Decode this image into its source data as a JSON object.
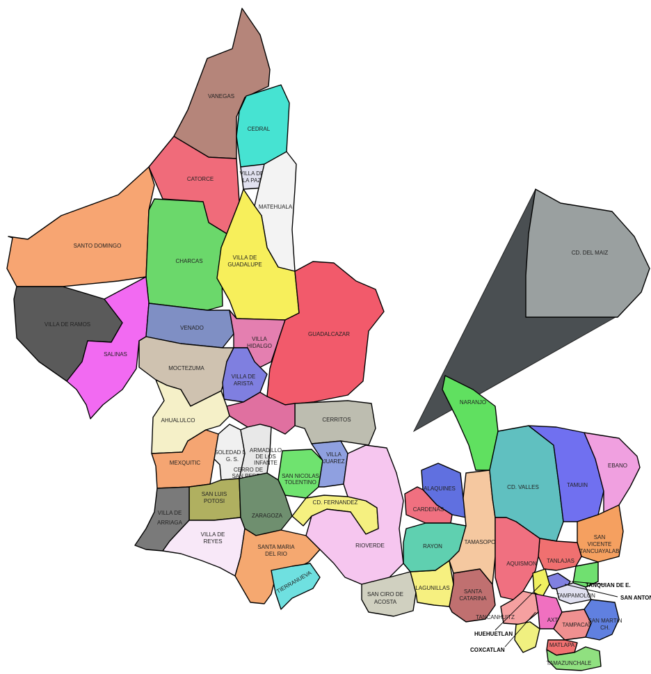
{
  "colors": {
    "vanegas": "#b5857a",
    "cedral": "#46e3d2",
    "catorce": "#f06b7a",
    "villa_de_la_paz": "#e1e1f0",
    "matehuala": "#f3f3f3",
    "santo_domingo": "#f7a572",
    "charcas": "#6bd86b",
    "villa_de_guadalupe": "#f7ef5b",
    "villa_de_ramos": "#5a5a5a",
    "salinas": "#f26af2",
    "venado": "#7f8fc4",
    "villa_hidalgo": "#e47fb0",
    "guadalcazar": "#f25a6b",
    "moctezuma": "#cfc2b0",
    "villa_de_arista": "#7f7fe0",
    "cerritos": "#bdbdb0",
    "ahualulco": "#f5f0c8",
    "mexquitic": "#f5a572",
    "soledad": "#f0f0f0",
    "cerro_de_san_pedro": "#e8e8e8",
    "armadillo": "#e070a0",
    "san_nicolas_tolentino": "#6fe36f",
    "villa_juarez": "#8fa0e0",
    "san_luis_potosi": "#b0b060",
    "zaragoza": "#6f8f6f",
    "cd_fernandez": "#f5f080",
    "villa_de_arriaga": "#7a7a7a",
    "villa_de_reyes": "#f8e8f8",
    "santa_maria_del_rio": "#f5a870",
    "tierranueva": "#6fe0e0",
    "rioverde": "#f6c6ef",
    "san_ciro_de_acosta": "#d0d0c0",
    "lagunillas": "#f6f080",
    "alaquines": "#6070e0",
    "cardenas": "#f07080",
    "rayon": "#5fd0b0",
    "santa_catarina": "#c07070",
    "tamasopo": "#f5c8a0",
    "cd_valles": "#60c0c0",
    "tamuin": "#7070f0",
    "ebano": "#f0a0e0",
    "san_vicente_tancuayalab": "#f5a060",
    "tanlajas": "#f07070",
    "aquismon": "#f07080",
    "tanquian_de_e": "#70e070",
    "san_antonio": "#8080e0",
    "tampamolon": "#e0e0f0",
    "tancanhuitz": "#f5a0a0",
    "huehuetlan": "#f0f060",
    "coxcatlan": "#f0f080",
    "axtla": "#f070c0",
    "tampacan": "#f09090",
    "san_martin_ch": "#6080e0",
    "matlapa": "#f07070",
    "tamazunchale": "#90e080",
    "cd_del_maiz": "#9aa0a0",
    "cd_del_maiz_callout": "#4a4f52",
    "naranjo": "#60e060"
  },
  "labels": {
    "vanegas": "VANEGAS",
    "cedral": "CEDRAL",
    "catorce": "CATORCE",
    "villa_de_la_paz_1": "VILLA DE",
    "villa_de_la_paz_2": "LA PAZ",
    "matehuala": "MATEHUALA",
    "santo_domingo": "SANTO DOMINGO",
    "charcas": "CHARCAS",
    "villa_de_guadalupe_1": "VILLA DE",
    "villa_de_guadalupe_2": "GUADALUPE",
    "villa_de_ramos": "VILLA DE RAMOS",
    "salinas": "SALINAS",
    "venado": "VENADO",
    "villa_hidalgo_1": "VILLA",
    "villa_hidalgo_2": "HIDALGO",
    "guadalcazar": "GUADALCAZAR",
    "moctezuma": "MOCTEZUMA",
    "villa_de_arista_1": "VILLA DE",
    "villa_de_arista_2": "ARISTA",
    "cerritos": "CERRITOS",
    "ahualulco": "AHUALULCO",
    "mexquitic": "MEXQUITIC",
    "soledad_1": "SOLEDAD DE",
    "soledad_2": "G. S.",
    "armadillo_1": "ARMADILLO",
    "armadillo_2": "DE LOS",
    "armadillo_3": "INFANTE",
    "cerro_de_san_pedro_1": "CERRO DE",
    "cerro_de_san_pedro_2": "SAN PEDRO",
    "san_nicolas_tolentino_1": "SAN NICOLAS",
    "san_nicolas_tolentino_2": "TOLENTINO",
    "villa_juarez_1": "VILLA",
    "villa_juarez_2": "JUAREZ",
    "san_luis_potosi_1": "SAN LUIS",
    "san_luis_potosi_2": "POTOSI",
    "zaragoza": "ZARAGOZA",
    "cd_fernandez": "CD. FERNANDEZ",
    "villa_de_arriaga_1": "VILLA DE",
    "villa_de_arriaga_2": "ARRIAGA",
    "villa_de_reyes_1": "VILLA DE",
    "villa_de_reyes_2": "REYES",
    "santa_maria_del_rio_1": "SANTA MARIA",
    "santa_maria_del_rio_2": "DEL RIO",
    "tierranueva": "TIERRANUEVA",
    "rioverde": "RIOVERDE",
    "san_ciro_de_acosta_1": "SAN CIRO DE",
    "san_ciro_de_acosta_2": "ACOSTA",
    "lagunillas": "LAGUNILLAS",
    "alaquines": "ALAQUINES",
    "cardenas": "CARDENAS",
    "rayon": "RAYON",
    "santa_catarina_1": "SANTA",
    "santa_catarina_2": "CATARINA",
    "tamasopo": "TAMASOPO",
    "cd_valles": "CD. VALLES",
    "tamuin": "TAMUIN",
    "ebano": "EBANO",
    "san_vicente_1": "SAN",
    "san_vicente_2": "VICENTE",
    "san_vicente_3": "TANCUAYALAB",
    "tanlajas": "TANLAJAS",
    "aquismon": "AQUISMON",
    "tanquian_de_e": "TANQUIAN DE E.",
    "san_antonio": "SAN ANTONIO",
    "tampamolon": "TAMPAMOLON",
    "tancanhuitz": "TANCANHUITZ",
    "huehuetlan": "HUEHUETLAN",
    "coxcatlan": "COXCATLAN",
    "axtla": "AXTLA DE T.",
    "tampacan": "TAMPACAN",
    "san_martin_ch_1": "SAN MARTIN",
    "san_martin_ch_2": "CH.",
    "matlapa": "MATLAPA",
    "tamazunchale": "TAMAZUNCHALE",
    "cd_del_maiz": "CD. DEL MAIZ",
    "naranjo": "NARANJO"
  }
}
